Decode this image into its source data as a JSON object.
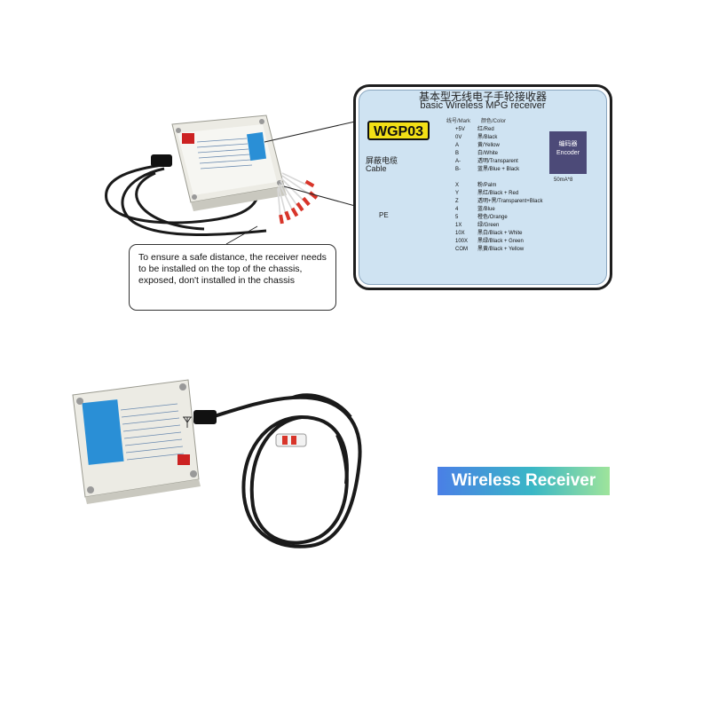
{
  "label": {
    "title_cn": "基本型无线电子手轮接收器",
    "title_en": "basic Wireless MPG receiver",
    "model": "WGP03",
    "header_mark": "线号/Mark",
    "header_color": "颜色/Color",
    "cable_cn": "屏蔽电缆",
    "cable_en": "Cable",
    "pe": "PE",
    "encoder_cn": "编码器",
    "encoder_en": "Encoder",
    "current": "50mA*8",
    "rows": [
      {
        "mark": "+5V",
        "color": "红/Red"
      },
      {
        "mark": "0V",
        "color": "黑/Black"
      },
      {
        "mark": "A",
        "color": "黄/Yellow"
      },
      {
        "mark": "B",
        "color": "白/White"
      },
      {
        "mark": "A-",
        "color": "透明/Transparent"
      },
      {
        "mark": "B-",
        "color": "蓝黑/Blue + Black"
      },
      {
        "mark": "X",
        "color": "粉/Palm"
      },
      {
        "mark": "Y",
        "color": "黑红/Black + Red"
      },
      {
        "mark": "Z",
        "color": "透明+黑/Transparent+Black"
      },
      {
        "mark": "4",
        "color": "蓝/Blue"
      },
      {
        "mark": "5",
        "color": "橙色/Orange"
      },
      {
        "mark": "1X",
        "color": "绿/Green"
      },
      {
        "mark": "10X",
        "color": "黑白/Black + White"
      },
      {
        "mark": "100X",
        "color": "黑绿/Black + Green"
      },
      {
        "mark": "COM",
        "color": "黑黄/Black + Yellow"
      }
    ]
  },
  "note": {
    "text": "To ensure a safe distance, the receiver needs to be installed on the top of the chassis, exposed, don't installed in the chassis"
  },
  "tag": {
    "text": "Wireless Receiver"
  },
  "colors": {
    "label_bg": "#cfe3f2",
    "badge_yellow": "#f2df16",
    "encoder_purple": "#4c4a78",
    "receiver_blue": "#2a8fd6",
    "cable_black": "#1a1a1a",
    "wire_red": "#d8352a"
  },
  "icons": [
    "ground-icon",
    "screw-icon",
    "antenna-icon"
  ]
}
